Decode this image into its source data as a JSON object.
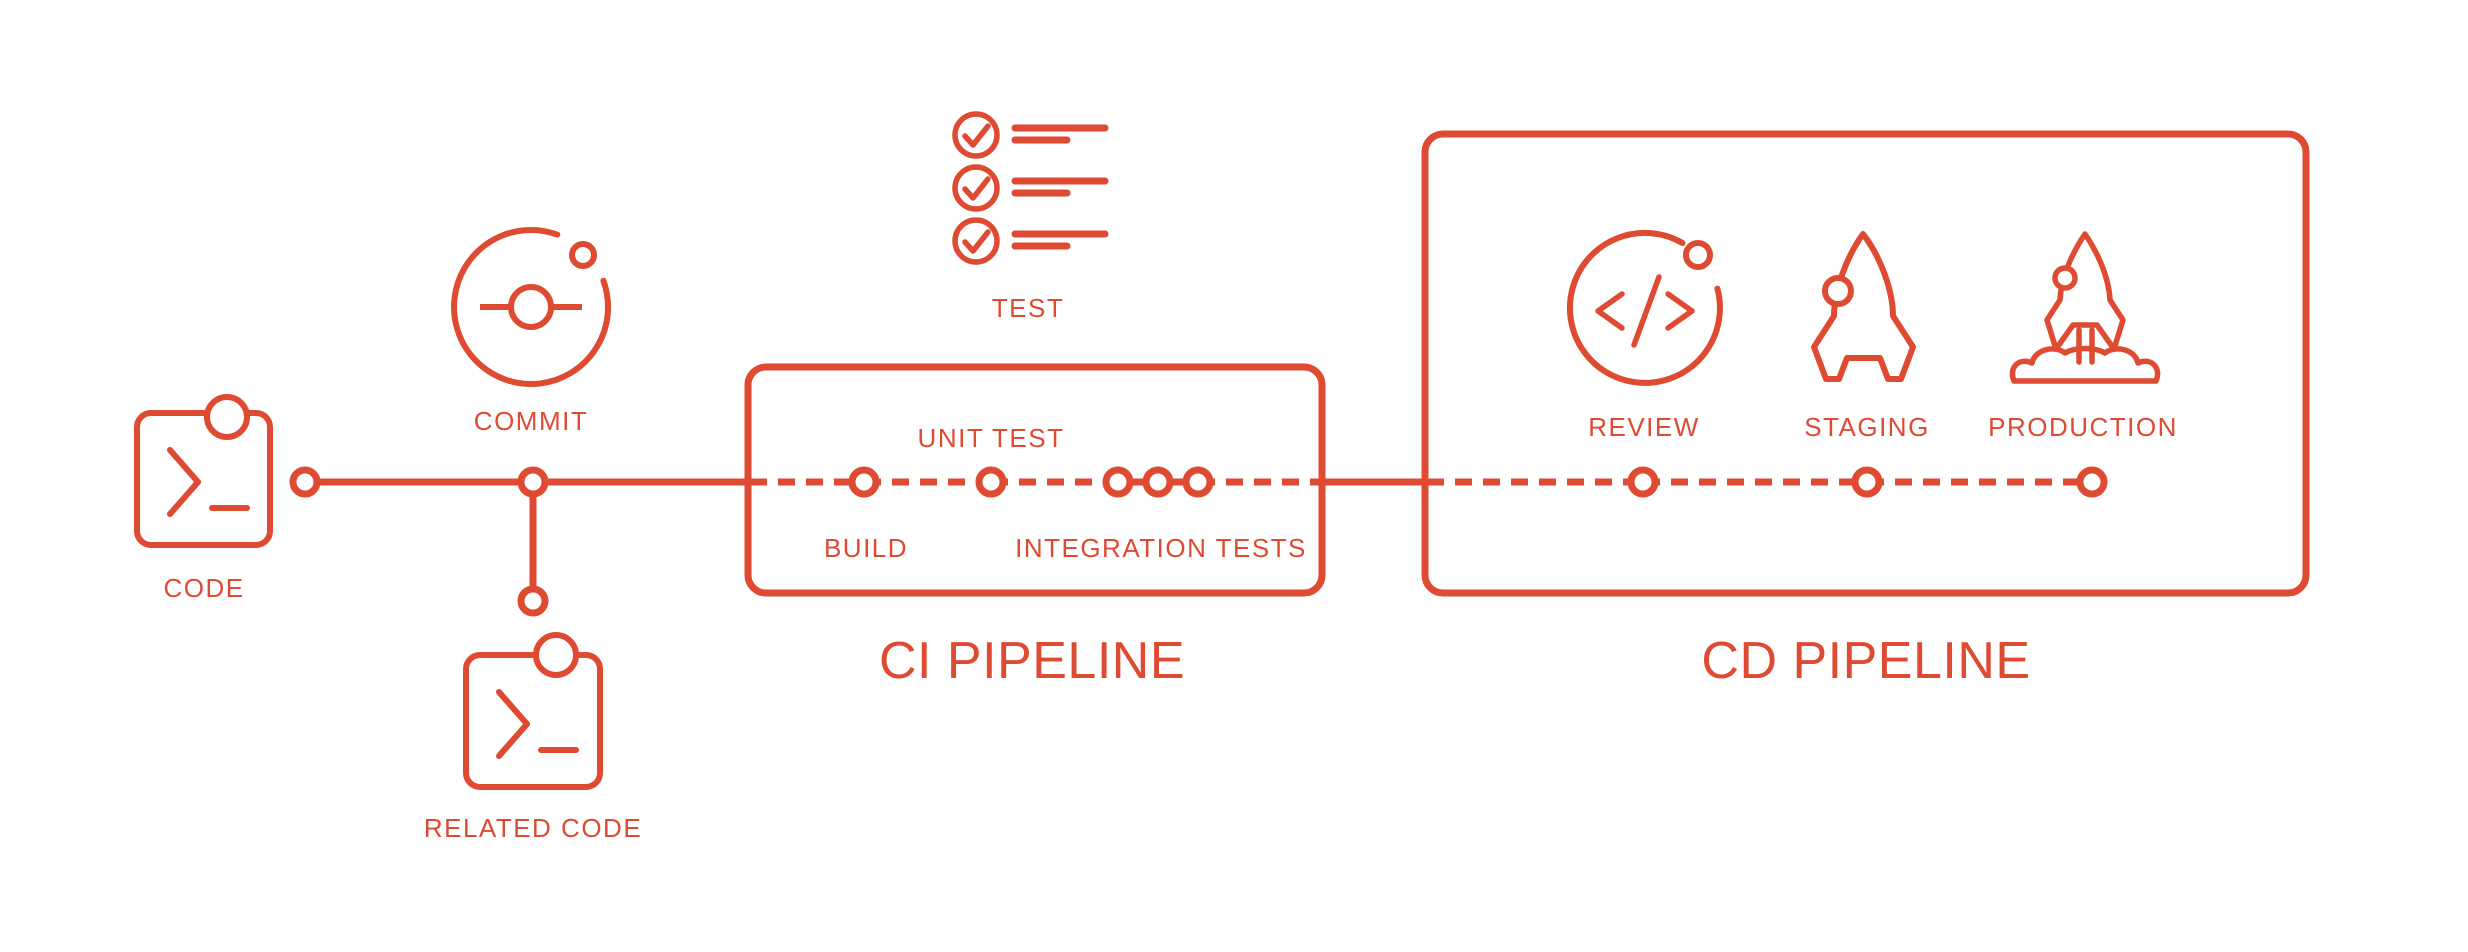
{
  "colors": {
    "accent": "#DE4A32",
    "background": "#FFFFFF"
  },
  "sections": {
    "ci_pipeline": {
      "title": "CI PIPELINE"
    },
    "cd_pipeline": {
      "title": "CD PIPELINE"
    }
  },
  "labels": {
    "code": "CODE",
    "commit": "COMMIT",
    "related_code": "RELATED CODE",
    "test": "TEST",
    "build": "BUILD",
    "unit_test": "UNIT TEST",
    "integration_tests": "INTEGRATION TESTS",
    "review": "REVIEW",
    "staging": "STAGING",
    "production": "PRODUCTION"
  },
  "icons": {
    "code": "terminal-code-icon",
    "related_code": "terminal-code-icon",
    "commit": "git-commit-orbit-icon",
    "test": "checklist-icon",
    "review": "code-review-icon",
    "staging": "rocket-icon",
    "production": "rocket-launch-icon"
  }
}
